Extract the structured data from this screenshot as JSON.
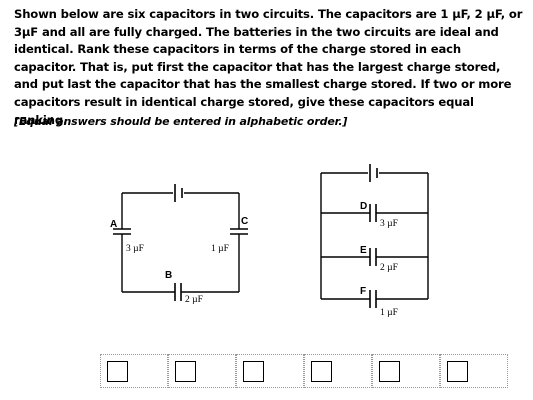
{
  "question": {
    "text": "Shown below are six capacitors in two circuits. The capacitors are 1 µF, 2 µF, or 3µF and all are fully charged. The batteries in the two circuits are ideal and identical. Rank these capacitors in terms of the charge stored in each capacitor. That is, put first the capacitor that has the largest charge stored, and put last the capacitor that has the smallest charge stored. If two or more capacitors result in identical charge stored, give these capacitors equal ranking.",
    "note": "[Equal answers should be entered in alphabetic  order.]"
  },
  "circuit1": {
    "capacitors": [
      {
        "label": "A",
        "value": "3 µF"
      },
      {
        "label": "B",
        "value": "2 µF"
      },
      {
        "label": "C",
        "value": "1 µF"
      }
    ]
  },
  "circuit2": {
    "capacitors": [
      {
        "label": "D",
        "value": "3 µF"
      },
      {
        "label": "E",
        "value": "2 µF"
      },
      {
        "label": "F",
        "value": "1 µF"
      }
    ]
  },
  "answer": {
    "slots": [
      "",
      "",
      "",
      "",
      "",
      ""
    ]
  }
}
